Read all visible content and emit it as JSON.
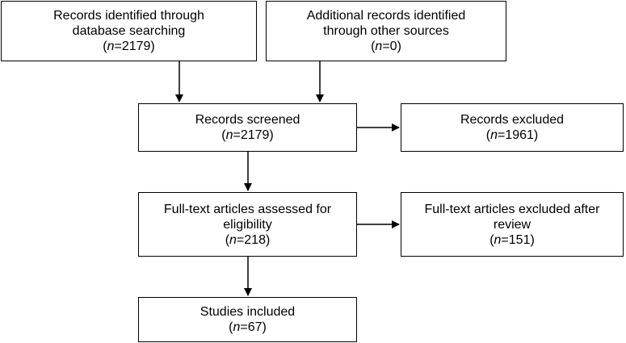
{
  "boxes": {
    "identified_db": {
      "lines": [
        "Records identified through",
        "database searching"
      ],
      "n_label": "n",
      "n_value": "=2179"
    },
    "identified_other": {
      "lines": [
        "Additional records identified",
        "through other sources"
      ],
      "n_label": "n",
      "n_value": "=0"
    },
    "screened": {
      "lines": [
        "Records screened"
      ],
      "n_label": "n",
      "n_value": "=2179"
    },
    "excluded": {
      "lines": [
        "Records excluded"
      ],
      "n_label": "n",
      "n_value": "=1961"
    },
    "fulltext_assessed": {
      "lines": [
        "Full-text articles assessed for",
        "eligibility"
      ],
      "n_label": "n",
      "n_value": "=218"
    },
    "fulltext_excluded": {
      "lines": [
        "Full-text articles excluded after",
        "review"
      ],
      "n_label": "n",
      "n_value": "=151"
    },
    "included": {
      "lines": [
        "Studies included"
      ],
      "n_label": "n",
      "n_value": "=67"
    }
  }
}
